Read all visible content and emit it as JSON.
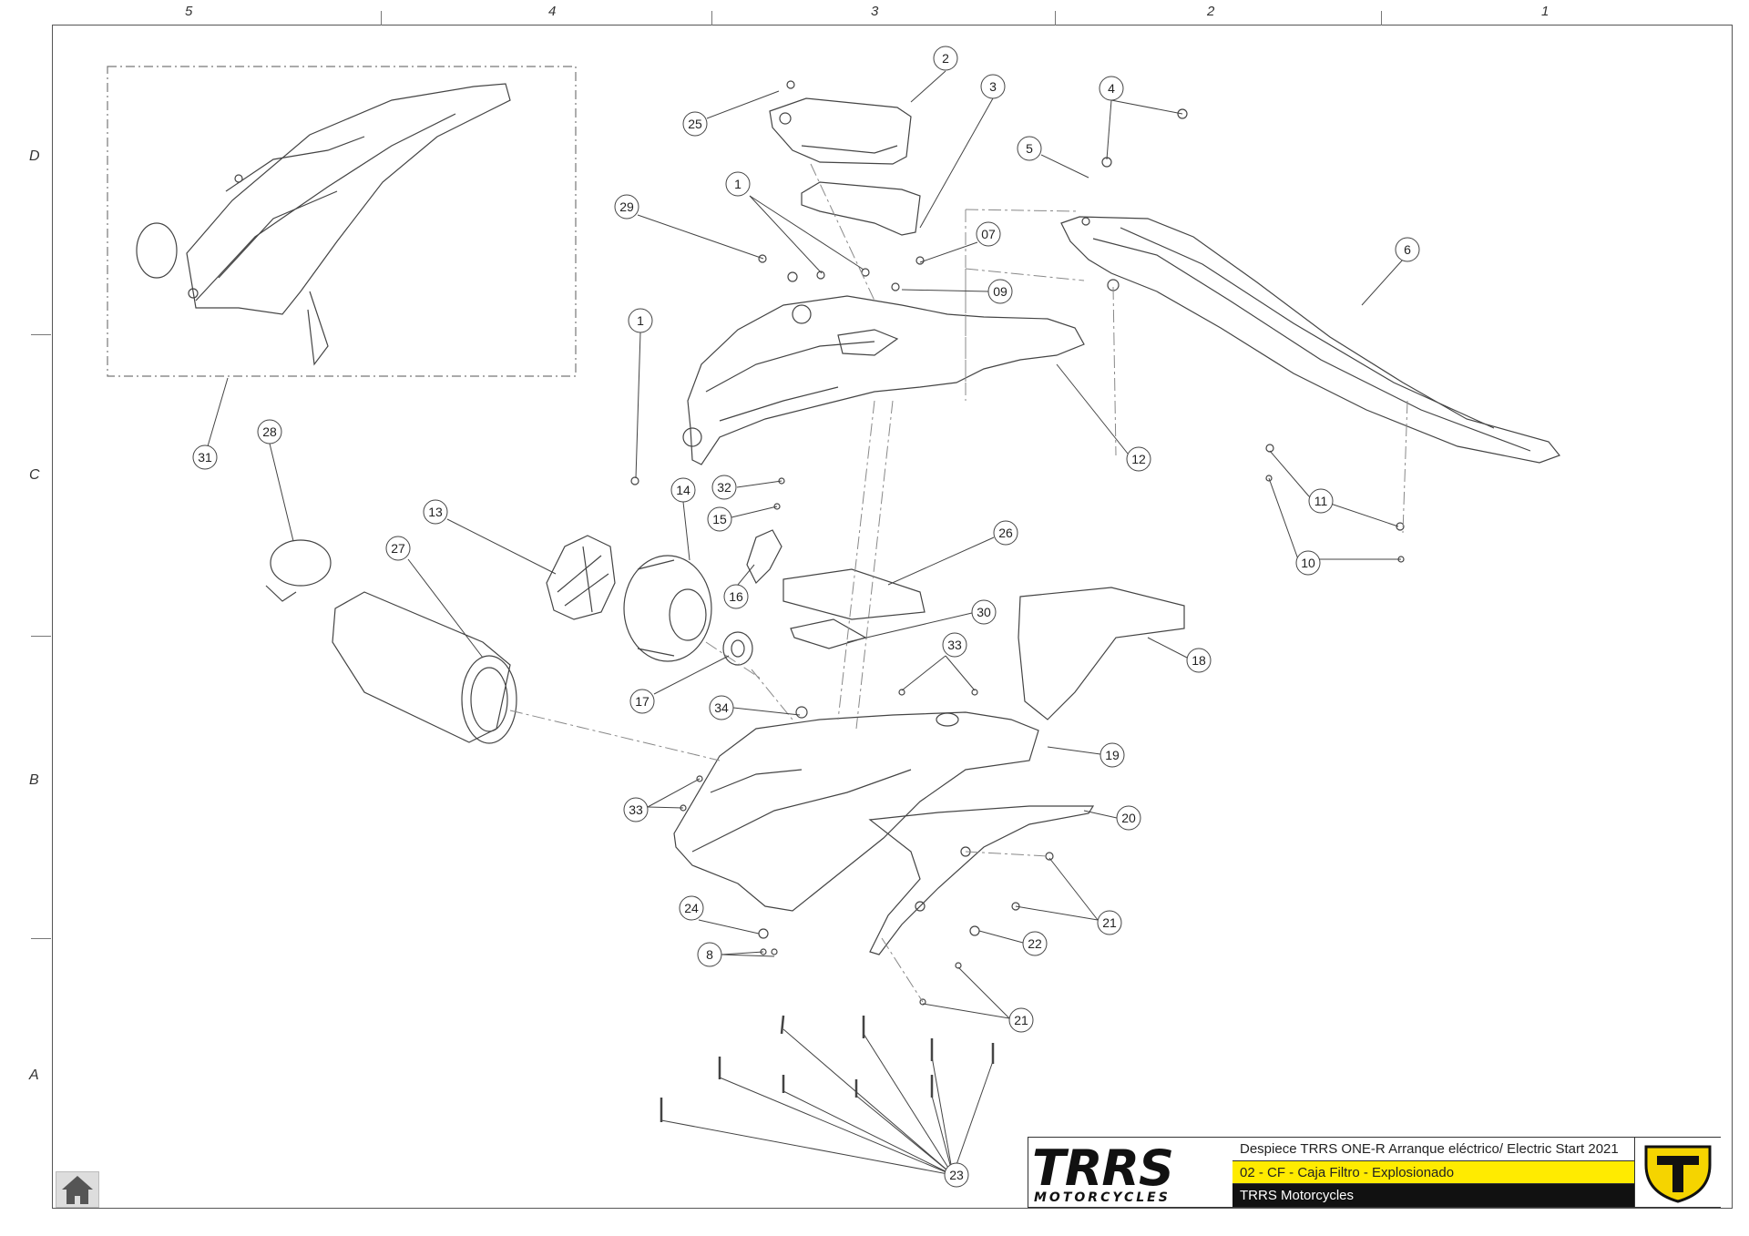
{
  "grid": {
    "columns": [
      "5",
      "4",
      "3",
      "2",
      "1"
    ],
    "rows": [
      "D",
      "C",
      "B",
      "A"
    ]
  },
  "callouts": [
    "1",
    "1",
    "2",
    "3",
    "4",
    "5",
    "6",
    "07",
    "09",
    "10",
    "11",
    "12",
    "13",
    "14",
    "15",
    "16",
    "17",
    "18",
    "19",
    "20",
    "21",
    "21",
    "22",
    "23",
    "24",
    "25",
    "26",
    "27",
    "28",
    "29",
    "30",
    "31",
    "32",
    "33",
    "33",
    "34",
    "8"
  ],
  "title_block": {
    "logo_text": "TRRS",
    "logo_subtext": "MOTORCYCLES",
    "line1": "Despiece TRRS ONE-R  Arranque eléctrico/ Electric Start 2021",
    "line2": "02 - CF - Caja Filtro - Explosionado",
    "line3": "TRRS Motorcycles",
    "accent_color": "#ffeb00"
  },
  "home_button": {
    "icon": "home-icon"
  }
}
